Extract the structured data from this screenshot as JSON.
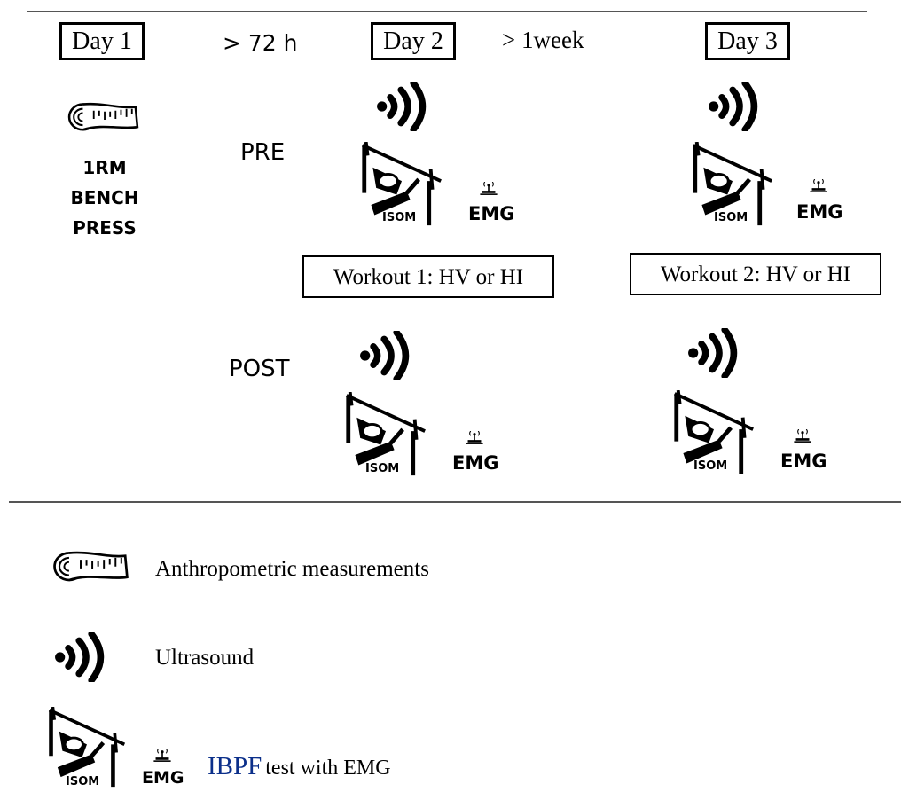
{
  "timeline": {
    "days": [
      "Day 1",
      "Day 2",
      "Day 3"
    ],
    "intervals": [
      "> 72 h",
      "> 1week"
    ],
    "day1_test": [
      "1RM",
      "BENCH",
      "PRESS"
    ],
    "phases": {
      "pre": "PRE",
      "post": "POST"
    },
    "workouts": [
      "Workout 1: HV or HI",
      "Workout 2: HV or HI"
    ]
  },
  "icons": {
    "isom_label": "ISOM",
    "emg_label": "EMG",
    "tape": "tape-measure-icon",
    "ultrasound": "ultrasound-icon",
    "ibpf": "isometric-bench-press-icon",
    "emg": "emg-sensor-icon"
  },
  "legend": {
    "anthropometric": "Anthropometric measurements",
    "ultrasound": "Ultrasound",
    "ibpf_bold": "IBPF",
    "ibpf_rest": "test with EMG"
  }
}
